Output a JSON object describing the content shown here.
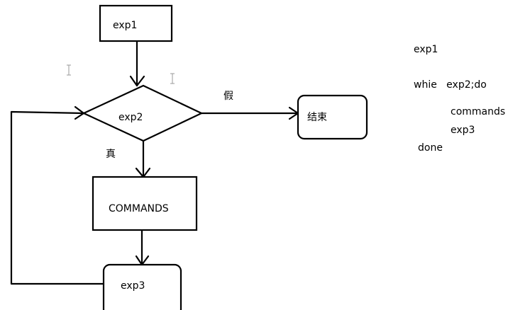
{
  "nodes": {
    "start": {
      "label": "exp1"
    },
    "decision": {
      "label": "exp2"
    },
    "end": {
      "label": "结束"
    },
    "body": {
      "label": "COMMANDS"
    },
    "step": {
      "label": "exp3"
    }
  },
  "edges": {
    "false_label": "假",
    "true_label": "真"
  },
  "code": {
    "line1": "exp1",
    "line2": "whie   exp2;do",
    "line3": "commands",
    "line4": "exp3",
    "line5": "done"
  },
  "colors": {
    "stroke": "#000000",
    "background": "#ffffff",
    "cursor": "#9a9a9a"
  }
}
